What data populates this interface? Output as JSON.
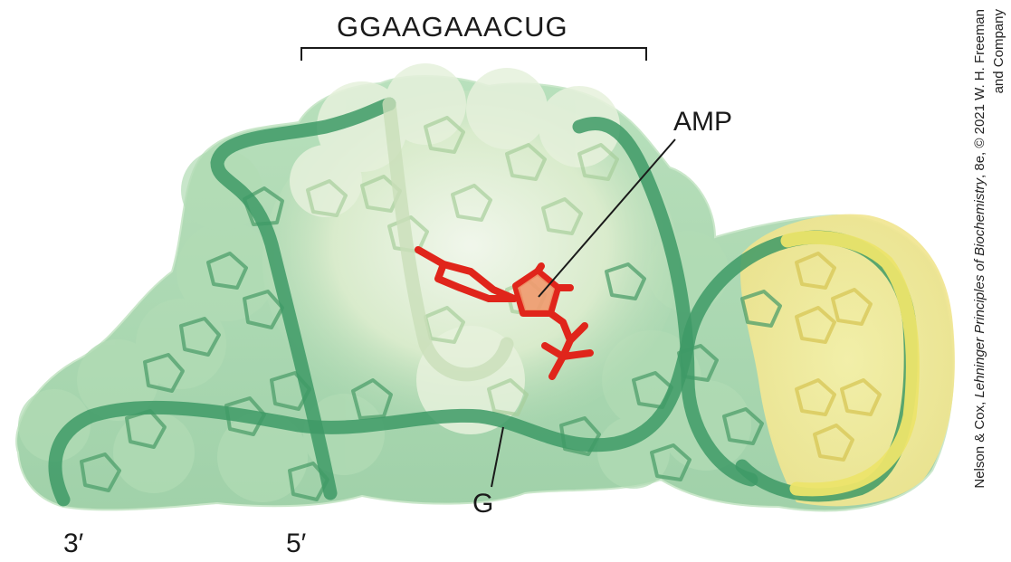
{
  "figure": {
    "sequence_label": "GGAAGAAACUG",
    "ligand_label": "AMP",
    "residue_label": "G",
    "end_3_label": "3′",
    "end_5_label": "5′"
  },
  "credit": {
    "prefix": "Nelson & Cox, ",
    "title": "Lehninger Principles of Biochemistry",
    "suffix": ", 8e, © 2021 W. H. Freeman",
    "line2": "and Company"
  },
  "colors": {
    "surface_green": "#9fd3a8",
    "surface_light": "#e8f2df",
    "surface_yellow": "#f3ec9a",
    "backbone_green": "#3e9a66",
    "backbone_yellow": "#ece46a",
    "ligand_red": "#e0251b"
  }
}
